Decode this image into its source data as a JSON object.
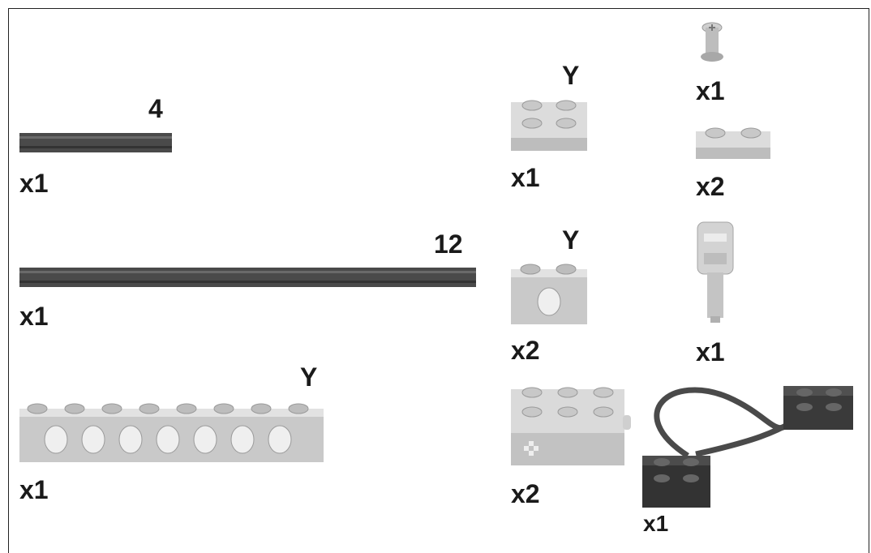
{
  "parts": [
    {
      "name": "axle-4",
      "length_label": "4",
      "quantity": "x1",
      "color_tag": ""
    },
    {
      "name": "axle-12",
      "length_label": "12",
      "quantity": "x1",
      "color_tag": ""
    },
    {
      "name": "technic-brick-1x8",
      "length_label": "",
      "quantity": "x1",
      "color_tag": "Y"
    },
    {
      "name": "plate-2x2",
      "length_label": "",
      "quantity": "x1",
      "color_tag": "Y"
    },
    {
      "name": "technic-brick-1x2",
      "length_label": "",
      "quantity": "x2",
      "color_tag": "Y"
    },
    {
      "name": "battery-box-brick",
      "length_label": "",
      "quantity": "x2",
      "color_tag": ""
    },
    {
      "name": "bush",
      "length_label": "",
      "quantity": "x1",
      "color_tag": ""
    },
    {
      "name": "plate-1x2",
      "length_label": "",
      "quantity": "x2",
      "color_tag": ""
    },
    {
      "name": "connector-peg-piece",
      "length_label": "",
      "quantity": "x1",
      "color_tag": ""
    },
    {
      "name": "wire-connector",
      "length_label": "",
      "quantity": "x1",
      "color_tag": ""
    }
  ],
  "colors": {
    "light_part": "#cfcfcf",
    "dark_part": "#3a3a3a",
    "axle": "#4a4a4a",
    "text": "#1a1a1a"
  }
}
